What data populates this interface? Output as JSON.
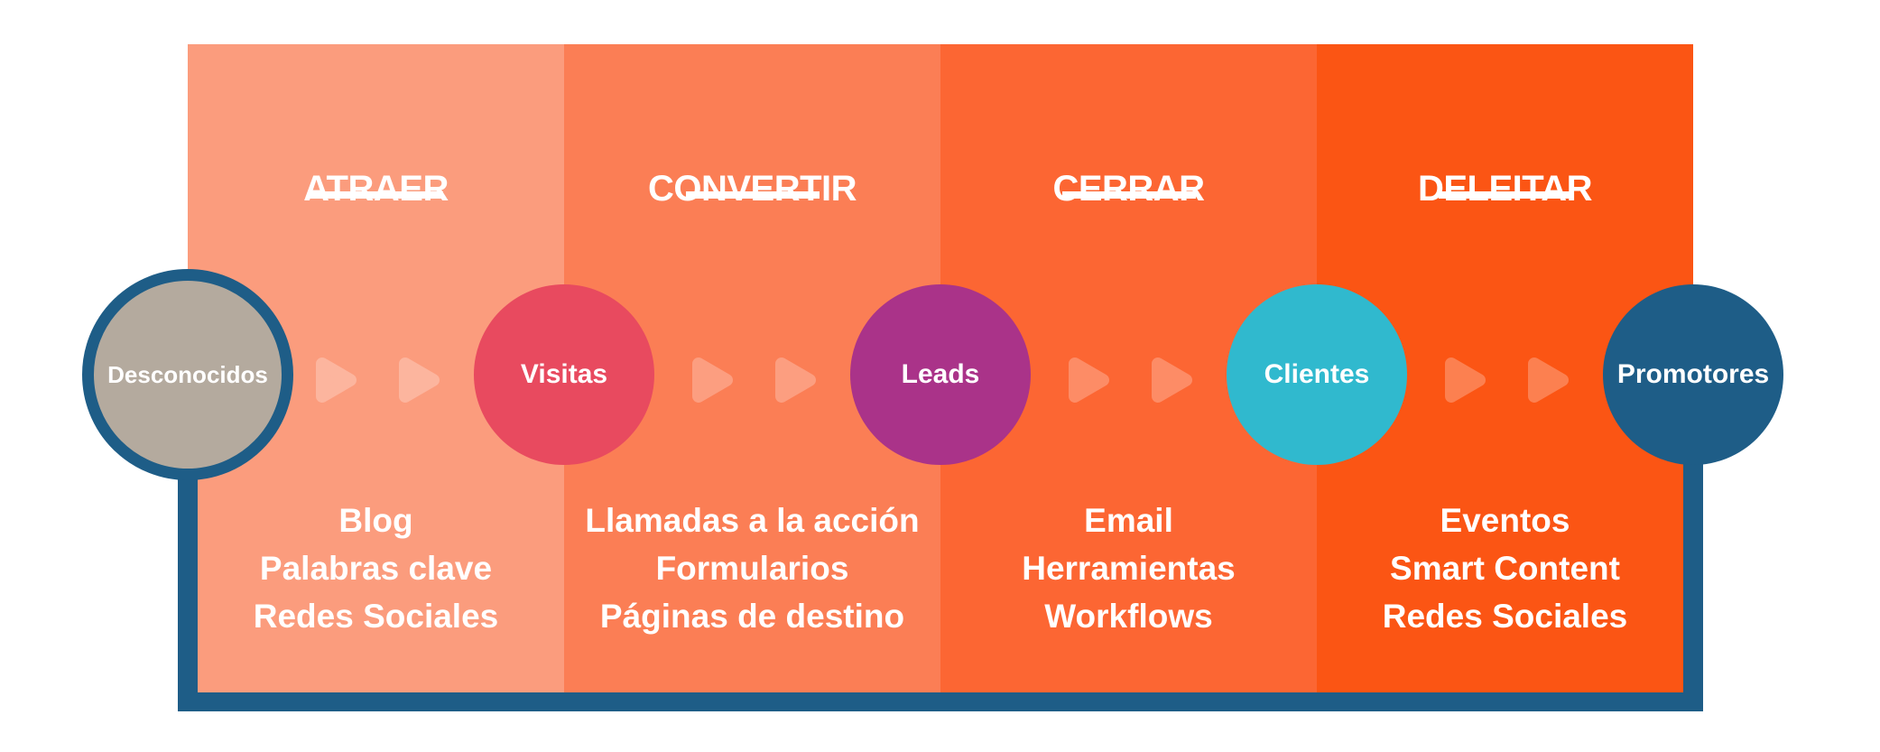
{
  "diagram": {
    "background": "#FFFFFF",
    "frame_color": "#1E5D87",
    "text_color": "#FFFFFF"
  },
  "stages": [
    {
      "label": "ATRAER",
      "color": "#FB9C7D",
      "arrow_color": "#FCB59E",
      "items": [
        "Blog",
        "Palabras clave",
        "Redes Sociales"
      ]
    },
    {
      "label": "CONVERTIR",
      "color": "#FB7E55",
      "arrow_color": "#FC9E80",
      "items": [
        "Llamadas a la acción",
        "Formularios",
        "Páginas de destino"
      ]
    },
    {
      "label": "CERRAR",
      "color": "#FC6633",
      "arrow_color": "#FD8C66",
      "items": [
        "Email",
        "Herramientas",
        "Workflows"
      ]
    },
    {
      "label": "DELEITAR",
      "color": "#FB5514",
      "arrow_color": "#FC8050",
      "items": [
        "Eventos",
        "Smart Content",
        "Redes Sociales"
      ]
    }
  ],
  "milestones": [
    {
      "label": "Desconocidos",
      "fill": "#B4AA9E",
      "ring": "#1E5D87"
    },
    {
      "label": "Visitas",
      "fill": "#E84A5F"
    },
    {
      "label": "Leads",
      "fill": "#AA3389"
    },
    {
      "label": "Clientes",
      "fill": "#30B9CE"
    },
    {
      "label": "Promotores",
      "fill": "#1E5D87"
    }
  ]
}
